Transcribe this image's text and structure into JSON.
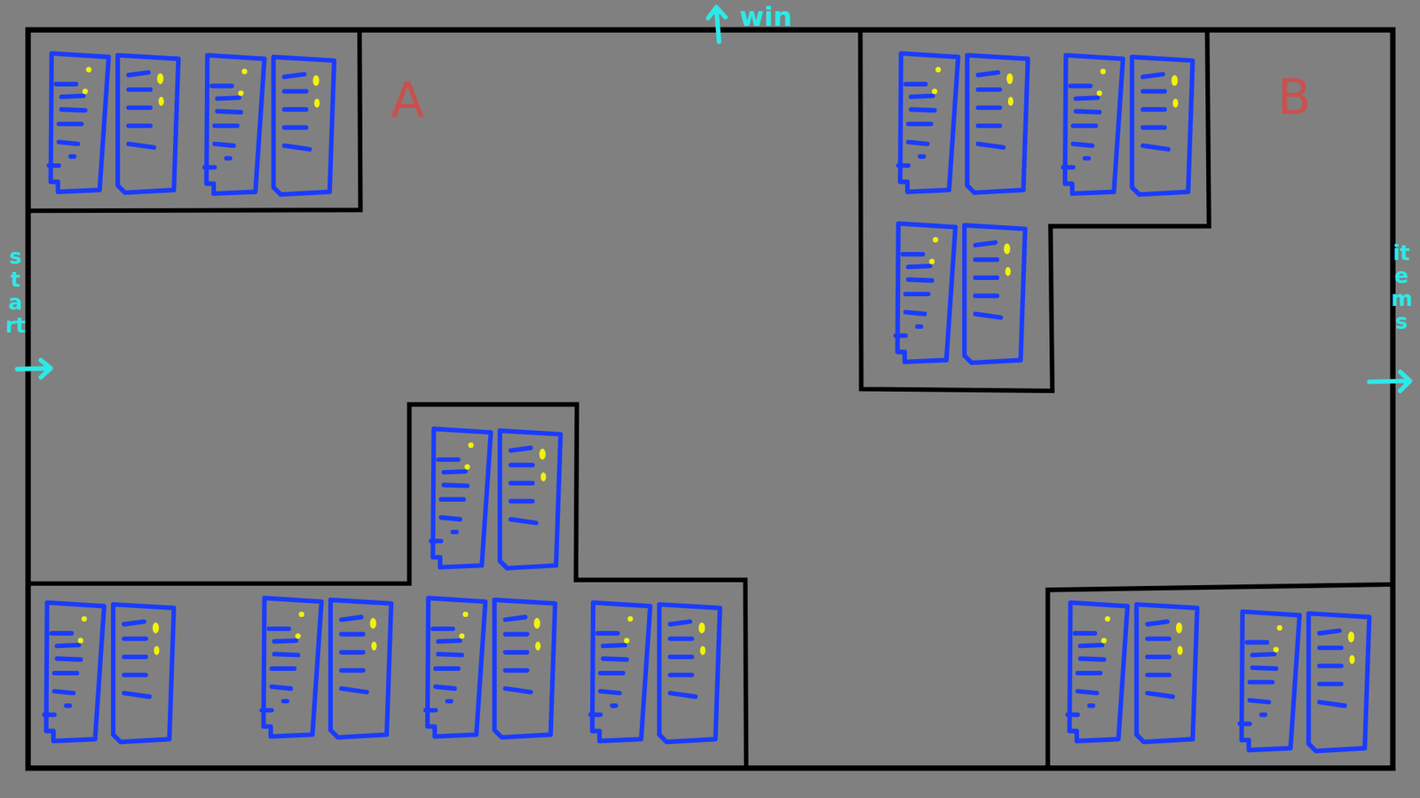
{
  "diagram": {
    "labels": [
      "win",
      "A",
      "B",
      "start",
      "items"
    ]
  }
}
